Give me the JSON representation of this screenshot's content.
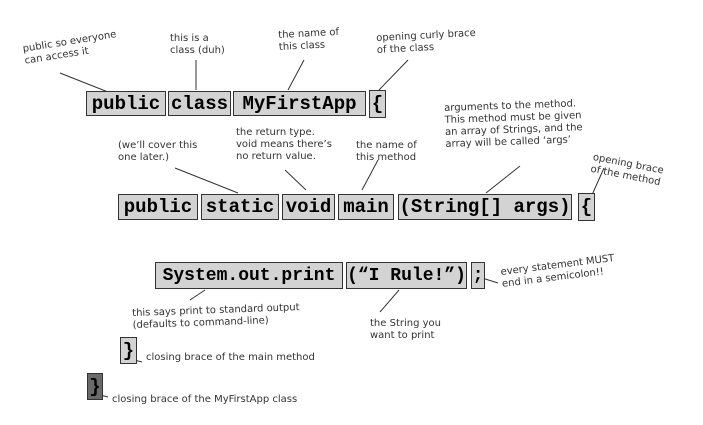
{
  "code": {
    "line1": [
      "public",
      "class",
      "MyFirstApp",
      "{"
    ],
    "line2": [
      "public",
      "static",
      "void",
      "main",
      "(String[] args)",
      "{"
    ],
    "line3": [
      "System.out.print",
      "(“I Rule!”)",
      ";"
    ],
    "brace_main": "}",
    "brace_class": "}"
  },
  "annotations": {
    "public_access": "public so everyone\ncan access it",
    "class_kw": "this is a\nclass (duh)",
    "class_name": "the name of\nthis class",
    "open_class": "opening curly brace\nof the class",
    "static_kw": "(we’ll cover this\none later.)",
    "return_type": "the return type.\nvoid means there’s\nno return value.",
    "method_name": "the name of\nthis method",
    "args": "arguments to the method.\nThis method must be given\nan array of Strings, and the\narray will be called ‘args’",
    "open_method": "opening brace\nof the method",
    "print_stmt": "this says print to standard output\n(defaults to command-line)",
    "string": "the String you\nwant to print",
    "semicolon": "every statement MUST\nend in a semicolon!!",
    "close_method": "closing brace of the main method",
    "close_class": "closing brace of the MyFirstApp class"
  }
}
